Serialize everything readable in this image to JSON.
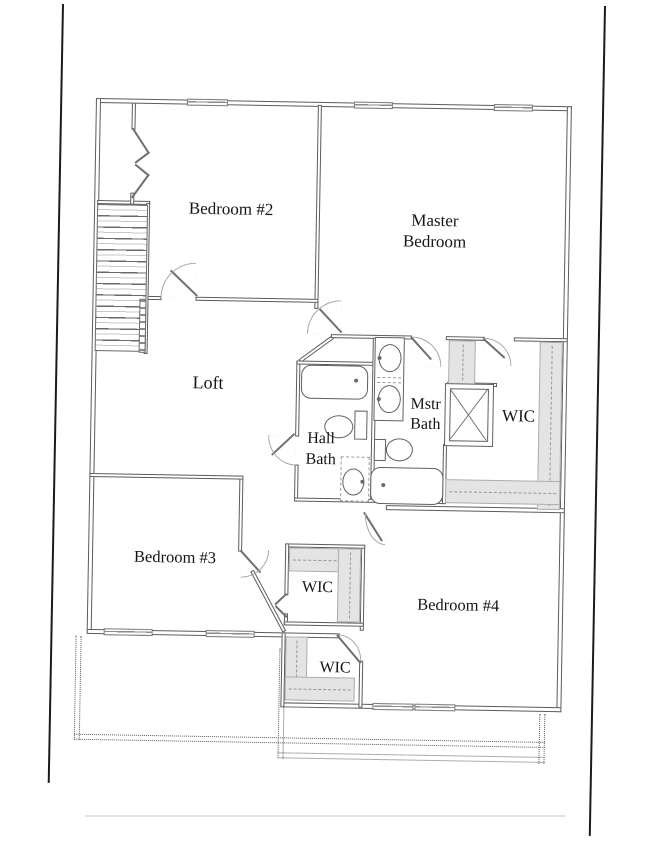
{
  "plan": {
    "labels": {
      "bedroom2": "Bedroom #2",
      "master_line1": "Master",
      "master_line2": "Bedroom",
      "loft": "Loft",
      "hall_bath_line1": "Hall",
      "hall_bath_line2": "Bath",
      "master_bath_line1": "Mstr",
      "master_bath_line2": "Bath",
      "wic_master": "WIC",
      "bedroom3": "Bedroom #3",
      "wic_middle": "WIC",
      "wic_lower": "WIC",
      "bedroom4": "Bedroom #4"
    },
    "fixtures": [
      "stairs",
      "closet-bifold-doors",
      "hall-bathtub",
      "hall-toilet",
      "hall-sink-vanity",
      "master-double-vanity",
      "master-toilet",
      "master-bathtub",
      "master-shower",
      "closet-shelving",
      "windows",
      "roof-outline-dotted"
    ],
    "colors": {
      "wall": "#5c5c5c",
      "shelving_fill": "#e4e4e4",
      "label_text": "#151515",
      "scan_edge_line": "#1b1b1b",
      "paper": "#ffffff"
    }
  }
}
